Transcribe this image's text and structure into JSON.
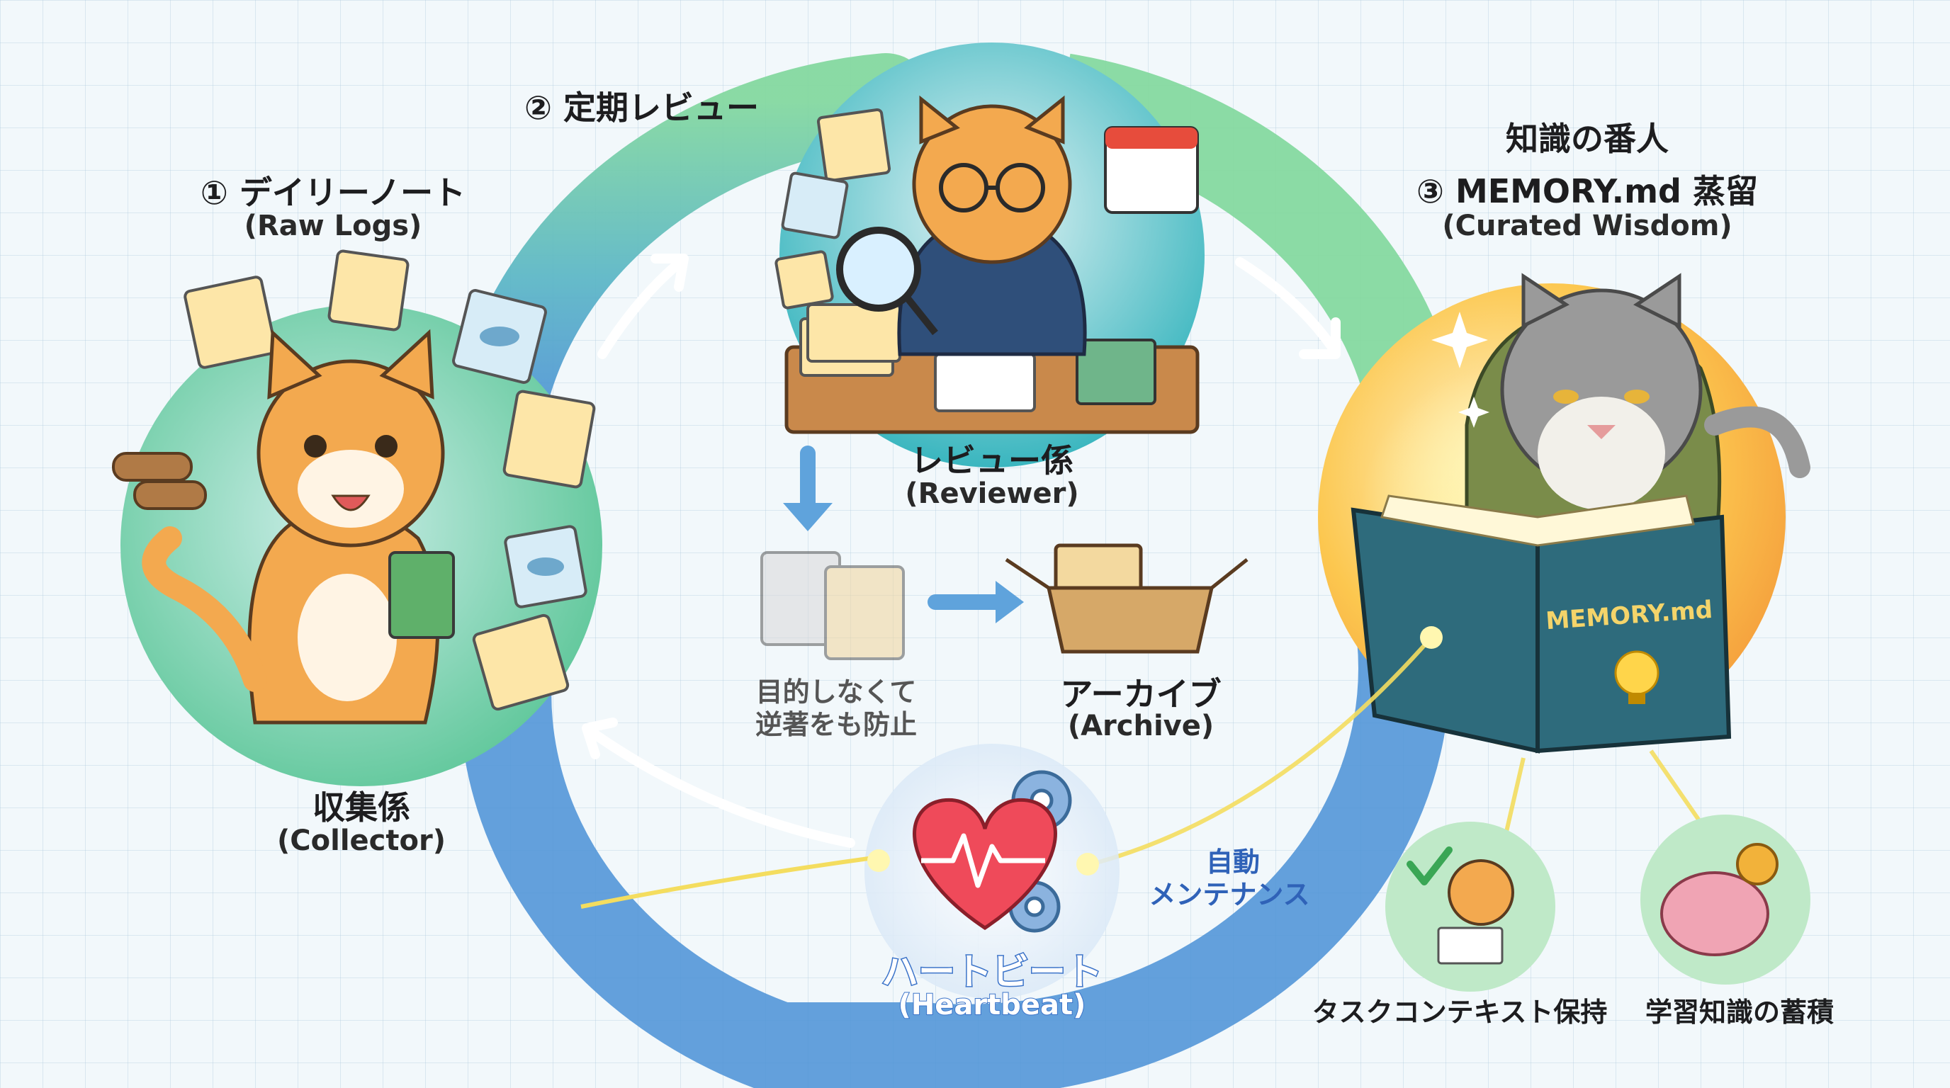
{
  "step1": {
    "title": "① デイリーノート",
    "subtitle": "(Raw Logs)"
  },
  "step2": {
    "title": "② 定期レビュー"
  },
  "step3": {
    "heading": "知識の番人",
    "title": "③ MEMORY.md 蒸留",
    "subtitle": "(Curated Wisdom)"
  },
  "collector": {
    "label": "収集係",
    "sublabel": "(Collector)"
  },
  "reviewer": {
    "label": "レビュー係",
    "sublabel": "(Reviewer)"
  },
  "archive": {
    "label": "アーカイブ",
    "sublabel": "(Archive)",
    "note_line1": "目的しなくて",
    "note_line2": "逆著をも防止"
  },
  "heartbeat": {
    "label": "ハートビート",
    "sublabel": "(Heartbeat)"
  },
  "maintenance": {
    "line1": "自動",
    "line2": "メンテナンス"
  },
  "book": {
    "title": "MEMORY.md"
  },
  "outputs": {
    "task_context": "タスクコンテキスト保持",
    "knowledge": "学習知識の蓄積"
  },
  "colors": {
    "cycle_green": "#74d39a",
    "cycle_blue": "#4a90d6",
    "heart": "#ef4a5a",
    "cat_orange": "#f0a24a",
    "cat_grey": "#8e8e8e",
    "book_teal": "#2e6b7c"
  }
}
